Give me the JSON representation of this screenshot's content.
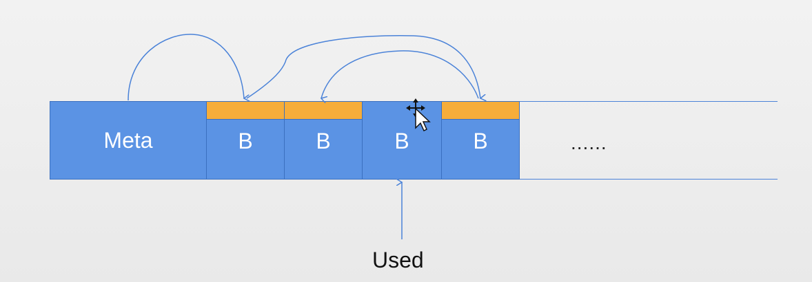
{
  "diagram": {
    "meta_label": "Meta",
    "block_labels": [
      "B",
      "B",
      "B",
      "B"
    ],
    "ellipsis": "......",
    "used_label": "Used",
    "colors": {
      "block_fill": "#5b93e4",
      "header_fill": "#f6ad3a",
      "line": "#4a82d8"
    }
  }
}
